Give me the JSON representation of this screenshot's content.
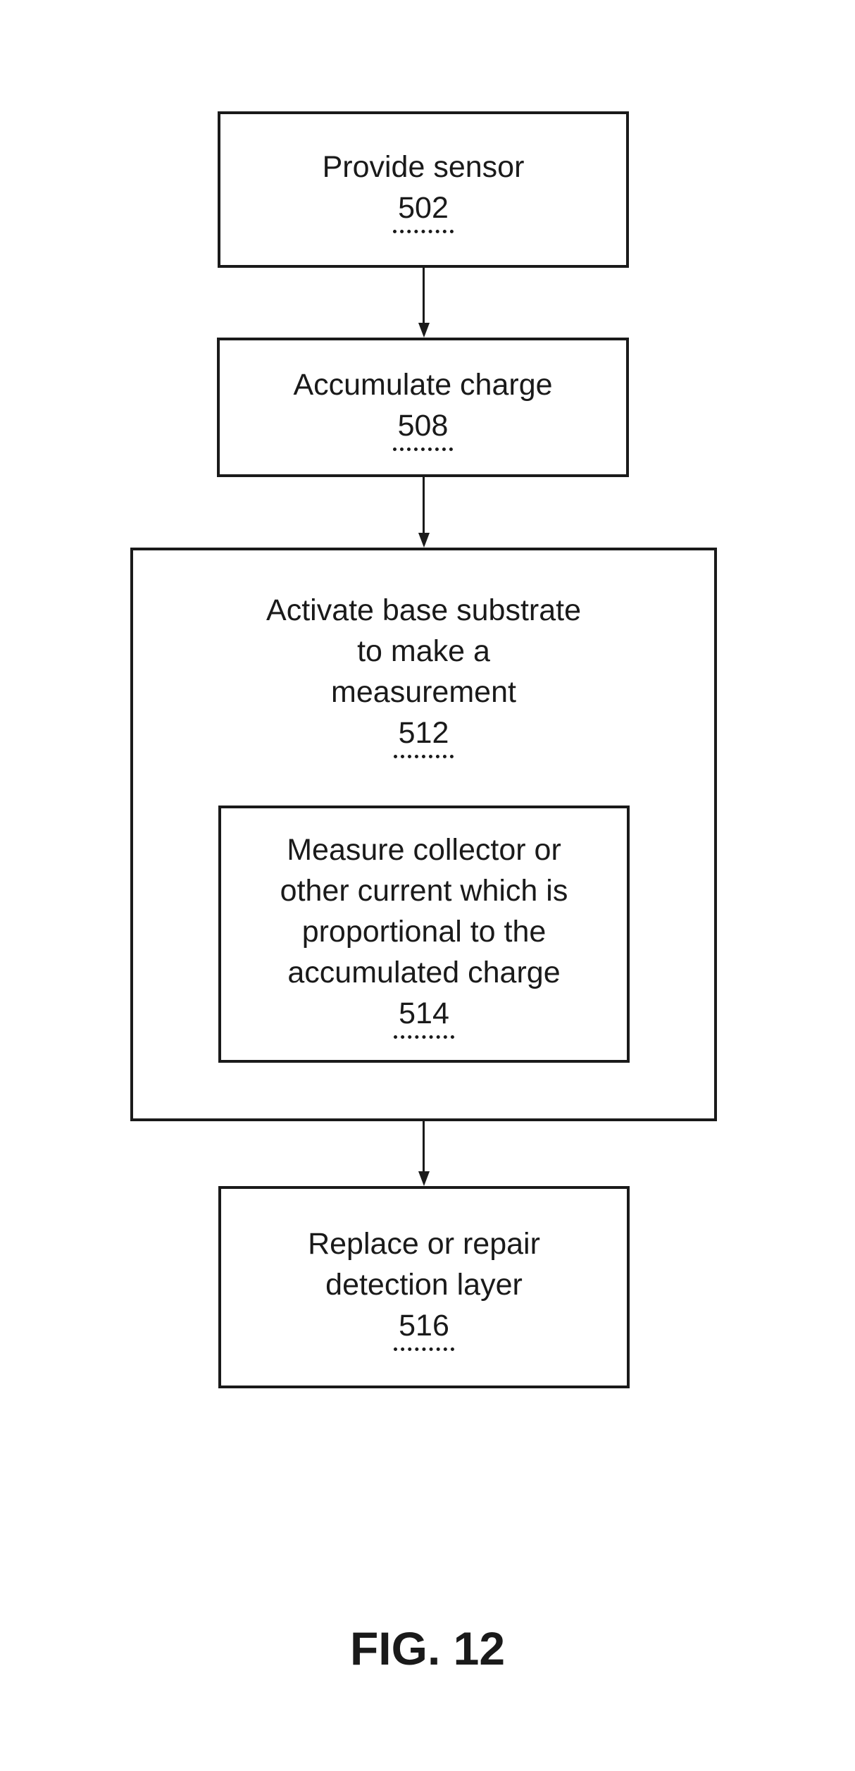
{
  "page": {
    "background": "#ffffff",
    "ink": "#1a1a1a"
  },
  "caption": "FIG. 12",
  "boxes": {
    "b502": {
      "lines": [
        "Provide sensor"
      ],
      "ref": "502"
    },
    "b508": {
      "lines": [
        "Accumulate charge"
      ],
      "ref": "508"
    },
    "b512": {
      "lines": [
        "Activate base substrate",
        "to make a",
        "measurement"
      ],
      "ref": "512"
    },
    "b514": {
      "lines": [
        "Measure collector or",
        "other current which is",
        "proportional to the",
        "accumulated charge"
      ],
      "ref": "514"
    },
    "b516": {
      "lines": [
        "Replace or repair",
        "detection layer"
      ],
      "ref": "516"
    }
  }
}
